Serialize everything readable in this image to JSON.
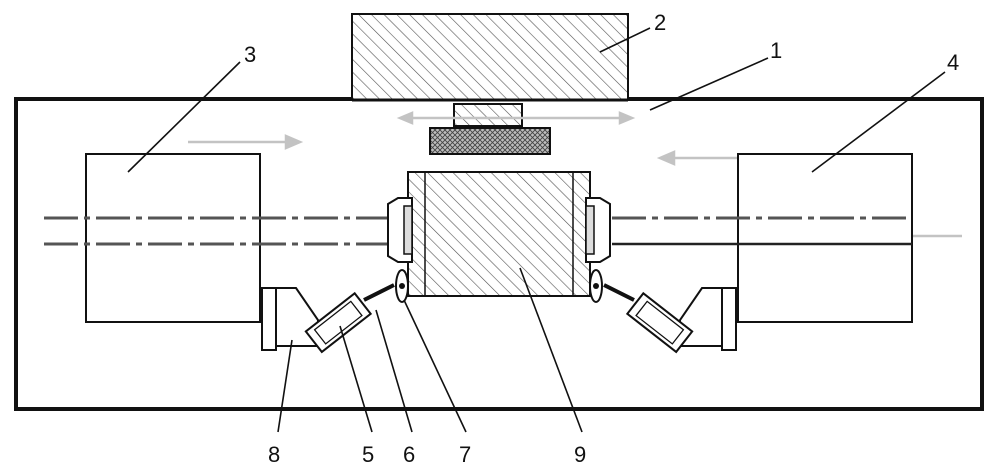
{
  "diagram": {
    "callouts": [
      {
        "id": "1",
        "text": "1"
      },
      {
        "id": "2",
        "text": "2"
      },
      {
        "id": "3",
        "text": "3"
      },
      {
        "id": "4",
        "text": "4"
      },
      {
        "id": "5",
        "text": "5"
      },
      {
        "id": "6",
        "text": "6"
      },
      {
        "id": "7",
        "text": "7"
      },
      {
        "id": "8",
        "text": "8"
      },
      {
        "id": "9",
        "text": "9"
      }
    ],
    "colors": {
      "outline": "#111111",
      "hatch": "#555555",
      "arrow": "#bfbfbf",
      "dashed_axis": "#555555"
    }
  }
}
